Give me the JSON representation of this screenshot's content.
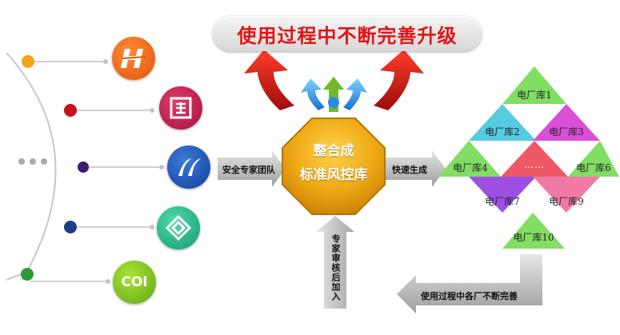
{
  "title": "使用过程中不断完善升级",
  "center": {
    "line1": "整合成",
    "line2": "标准风控库"
  },
  "arrows": {
    "expert_team": "安全专家团队",
    "quick_generate": "快速生成",
    "expert_review": "专家审核后加入",
    "continuous_improve": "使用过程中各厂不断完善"
  },
  "library": {
    "items": [
      "电厂库1",
      "电厂库2",
      "电厂库3",
      "电厂库4",
      "……",
      "电厂库6",
      "电厂库7",
      "电厂库9",
      "电厂库10"
    ]
  },
  "logos": [
    {
      "name": "h-logo",
      "text": ""
    },
    {
      "name": "ju-logo",
      "text": ""
    },
    {
      "name": "double-slash-logo",
      "text": ""
    },
    {
      "name": "diamond-logo",
      "text": ""
    },
    {
      "name": "coi-logo",
      "text": "COI"
    }
  ],
  "colors": {
    "title_red": "#e01414",
    "octagon_gold": "#e9a40e",
    "dot_orange": "#f5a21d",
    "dot_red": "#c3121b",
    "dot_purple": "#3d1b73",
    "dot_blue": "#1d3f86",
    "dot_green": "#2f9a3c",
    "tri_green": "#82dd63",
    "tri_magenta": "#d94fd8",
    "tri_cyan": "#55cbe2",
    "tri_purple": "#9d4fe3",
    "tri_red": "#ef5866",
    "tri_pink": "#f07aa6"
  }
}
